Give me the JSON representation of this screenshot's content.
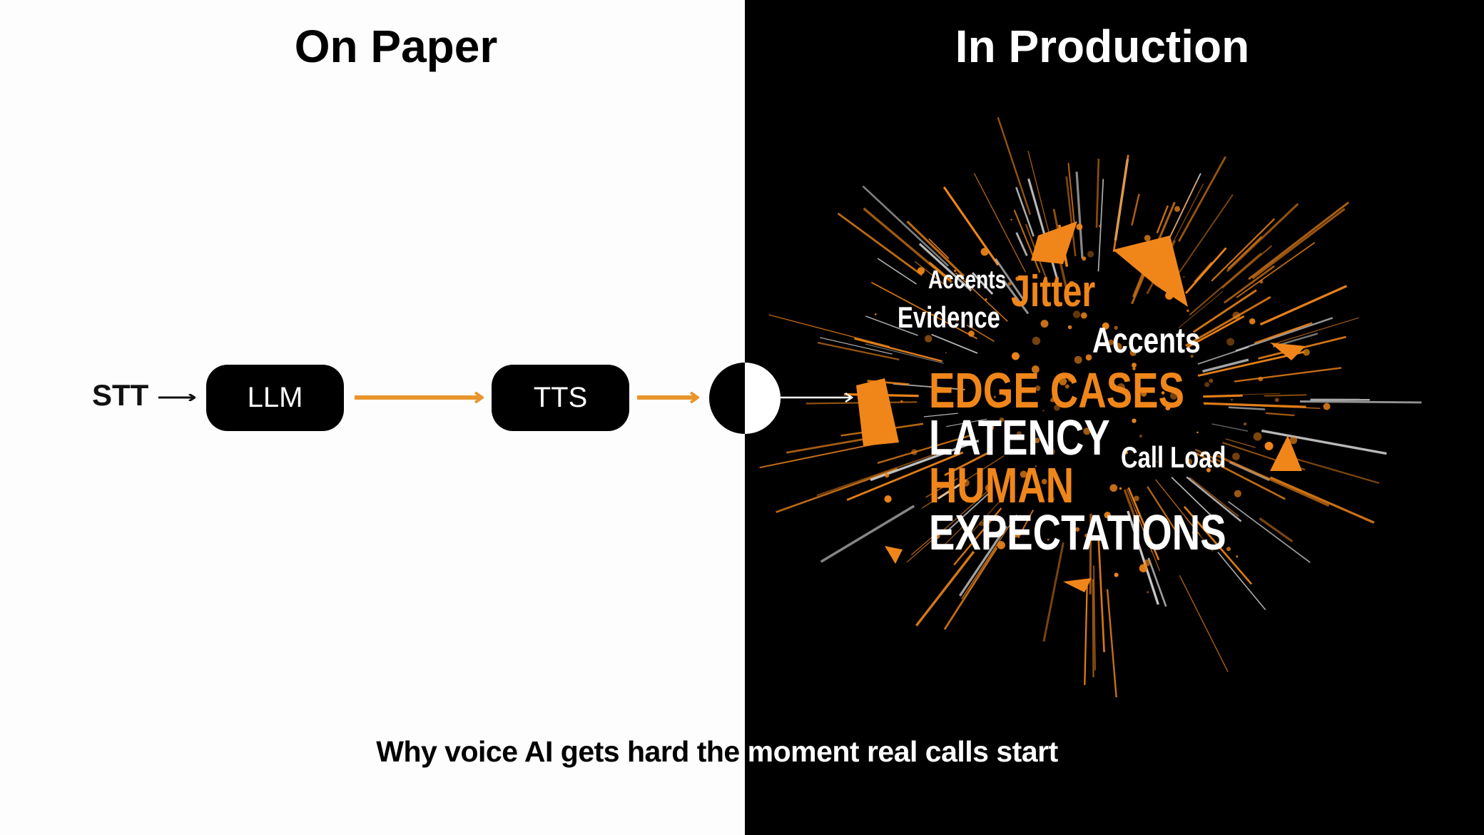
{
  "colors": {
    "accent": "#f0861a",
    "left_bg": "#fdfdfd",
    "right_bg": "#000000"
  },
  "left": {
    "title": "On Paper",
    "pipeline": {
      "input": "STT",
      "nodes": [
        "LLM",
        "TTS"
      ]
    }
  },
  "right": {
    "title": "In Production",
    "words": [
      {
        "text": "Accents",
        "color": "white"
      },
      {
        "text": "Jitter",
        "color": "orange"
      },
      {
        "text": "Evidence",
        "color": "white"
      },
      {
        "text": "Accents",
        "color": "white"
      },
      {
        "text": "EDGE CASES",
        "color": "orange"
      },
      {
        "text": "LATENCY",
        "color": "white"
      },
      {
        "text": "Call Load",
        "color": "white"
      },
      {
        "text": "HUMAN",
        "color": "orange"
      },
      {
        "text": "EXPECTATIONS",
        "color": "white"
      }
    ]
  },
  "caption": "Why voice AI gets hard the moment real calls start"
}
